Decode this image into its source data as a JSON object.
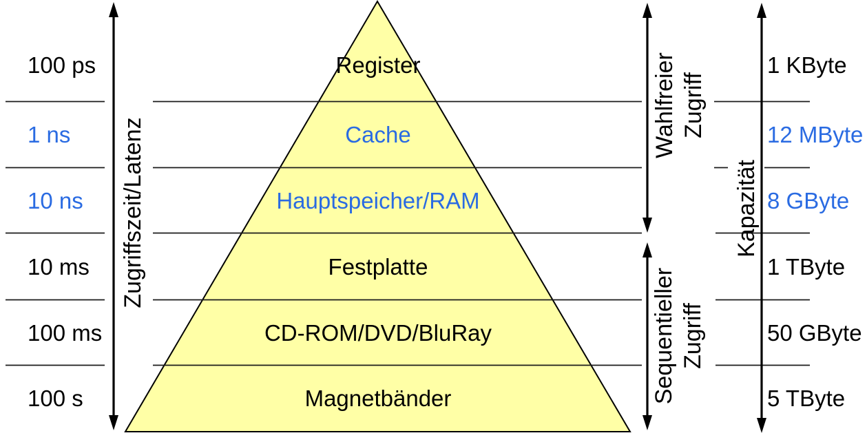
{
  "diagram": {
    "subject": "Speicherhierarchie / memory hierarchy pyramid"
  },
  "colors": {
    "pyramid_fill": "#FFFFA6",
    "pyramid_border": "#000000",
    "accent_blue": "#2A6BE2",
    "text_black": "#000000",
    "line_color": "#1A1A1A",
    "background": "#FFFFFF"
  },
  "axes": {
    "latency_axis_label": "Zugriffszeit/Latenz",
    "capacity_axis_label": "Kapazität",
    "random_access": {
      "line1": "Wahlfreier",
      "line2": "Zugriff"
    },
    "sequential_access": {
      "line1": "Sequentieller",
      "line2": "Zugriff"
    }
  },
  "levels": [
    {
      "name": "Register",
      "latency": "100 ps",
      "capacity": "1 KByte",
      "highlight": false
    },
    {
      "name": "Cache",
      "latency": "1 ns",
      "capacity": "12 MByte",
      "highlight": true
    },
    {
      "name": "Hauptspeicher/RAM",
      "latency": "10 ns",
      "capacity": "8 GByte",
      "highlight": true
    },
    {
      "name": "Festplatte",
      "latency": "10 ms",
      "capacity": "1 TByte",
      "highlight": false
    },
    {
      "name": "CD-ROM/DVD/BluRay",
      "latency": "100 ms",
      "capacity": "50 GByte",
      "highlight": false
    },
    {
      "name": "Magnetbänder",
      "latency": "100 s",
      "capacity": "5 TByte",
      "highlight": false
    }
  ]
}
